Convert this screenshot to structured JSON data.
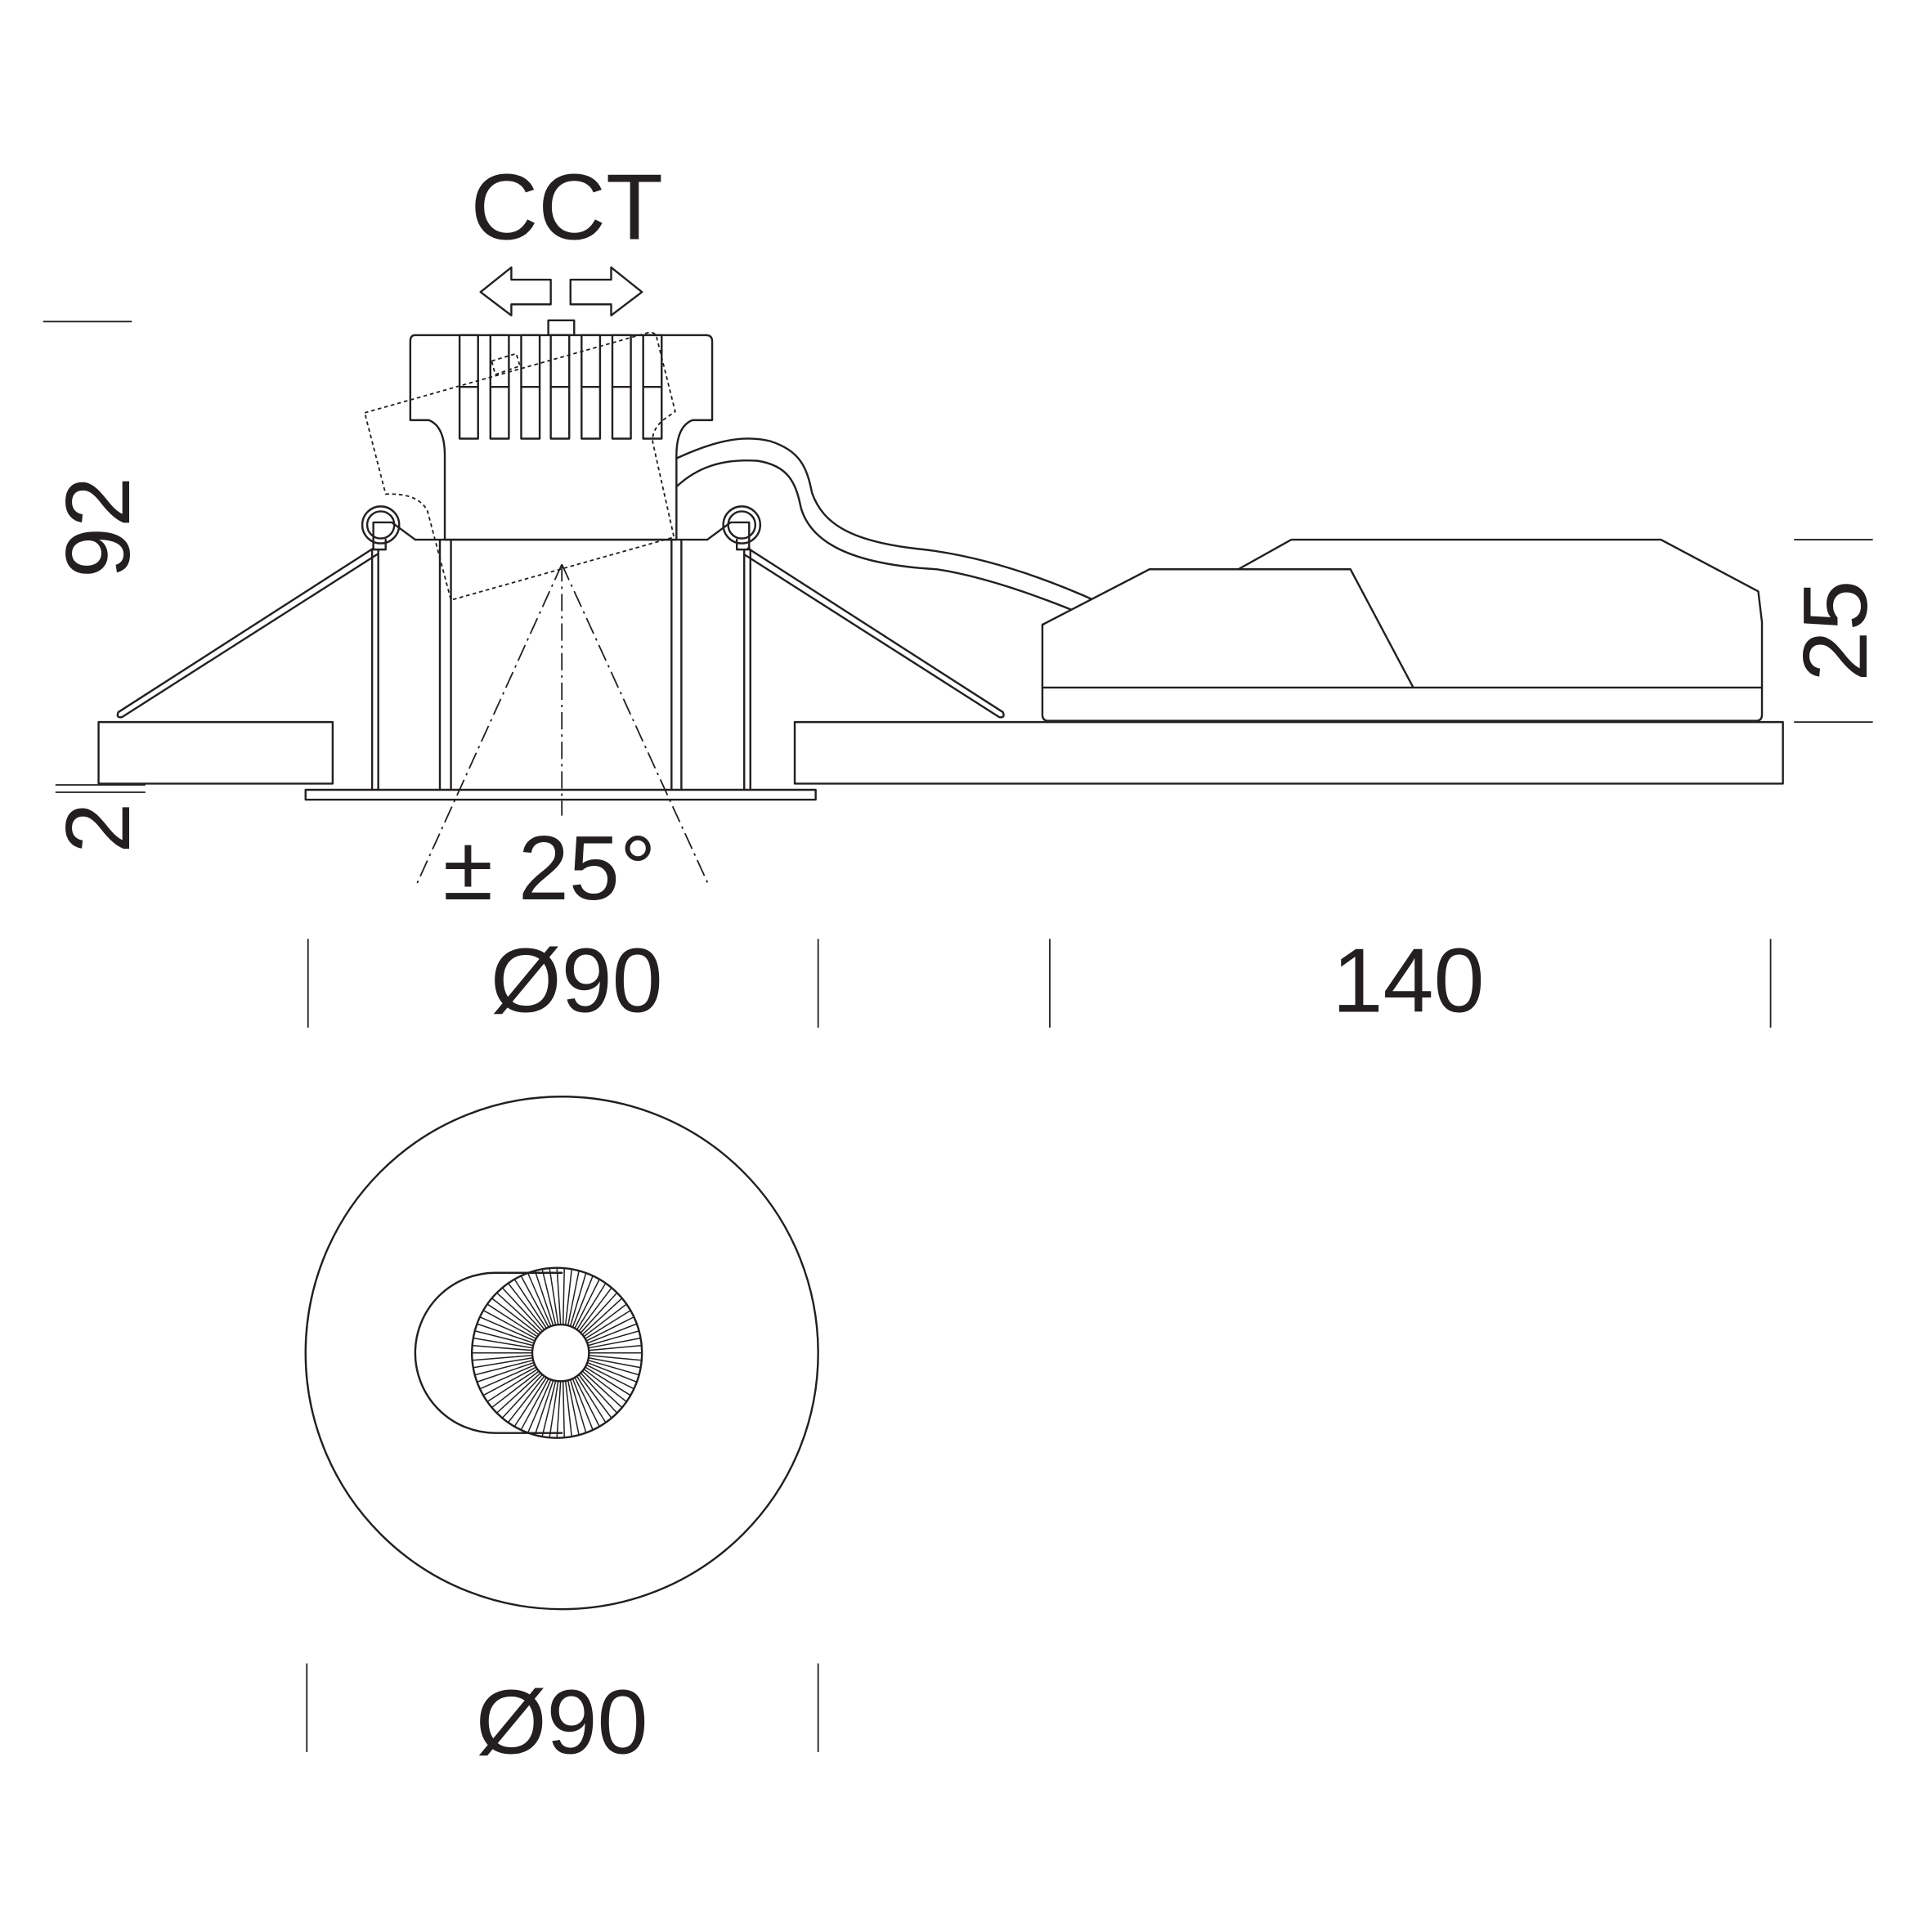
{
  "labels": {
    "cct": "CCT",
    "height_total": "92",
    "driver_height": "25",
    "trim_thickness": "2",
    "tilt_angle": "± 25°",
    "diameter_side": "Ø90",
    "driver_length": "140",
    "diameter_front": "Ø90"
  },
  "lens": {
    "radial_line_count": 72
  },
  "colors": {
    "line": "#231f20",
    "background": "#ffffff"
  }
}
